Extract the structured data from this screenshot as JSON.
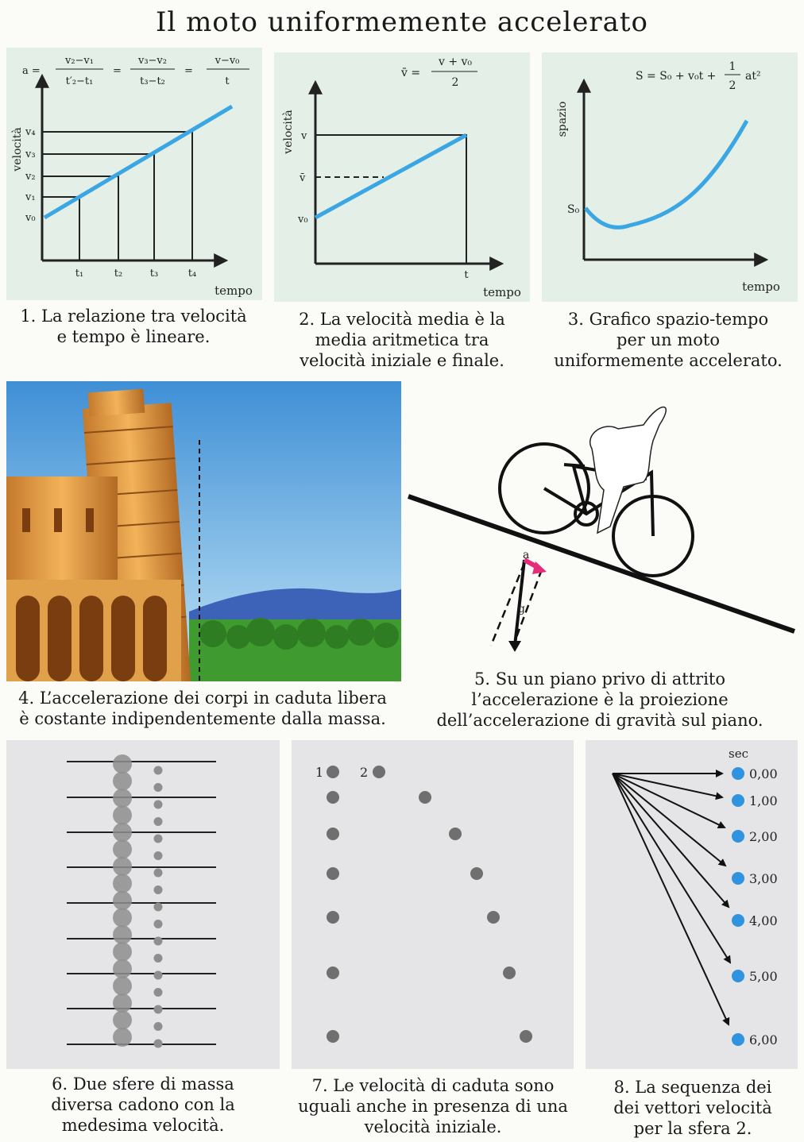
{
  "title": "Il moto uniformemente accelerato",
  "colors": {
    "accent_blue": "#3aa6e3",
    "panel_green": "#e3efe7",
    "panel_gray": "#e5e5e7",
    "vector_pink": "#e62b7a"
  },
  "fig1": {
    "formula": {
      "a": "a =",
      "n1": "v₂−v₁",
      "d1": "t′₂−t₁",
      "n2": "v₃−v₂",
      "d2": "t₃−t₂",
      "n3": "v−v₀",
      "d3": "t",
      "eq": "="
    },
    "ylabel": "velocità",
    "xlabel": "tempo",
    "yticks": [
      "v₄",
      "v₃",
      "v₂",
      "v₁",
      "v₀"
    ],
    "xticks": [
      "t₁",
      "t₂",
      "t₃",
      "t₄"
    ],
    "caption": [
      "1. La relazione tra velocità",
      "e tempo è lineare."
    ]
  },
  "fig2": {
    "formula": {
      "lhs": "v̄ =",
      "num": "v + v₀",
      "den": "2"
    },
    "ylabel": "velocità",
    "xlabel": "tempo",
    "yticks": [
      "v",
      "v̄",
      "v₀"
    ],
    "xticks": [
      "t"
    ],
    "caption": [
      "2. La velocità media è la",
      "media aritmetica tra",
      "velocità iniziale e finale."
    ]
  },
  "fig3": {
    "formula": {
      "lhs": "S = S₀ + v₀t +",
      "num": "1",
      "den": "2",
      "tail": "at²"
    },
    "ylabel": "spazio",
    "xlabel": "tempo",
    "yticks": [
      "S₀"
    ],
    "caption": [
      "3. Grafico spazio-tempo",
      "per un moto",
      "uniformemente accelerato."
    ]
  },
  "fig4": {
    "caption": [
      "4. L’accelerazione dei corpi in caduta libera",
      "è costante indipendentemente dalla massa."
    ]
  },
  "fig5": {
    "labels": {
      "a": "a",
      "g": "g"
    },
    "caption": [
      "5. Su un piano privo di attrito",
      "l’accelerazione è la proiezione",
      "dell’accelerazione di gravità sul piano."
    ]
  },
  "fig6": {
    "caption": [
      "6. Due sfere di massa",
      "diversa cadono con la",
      "medesima velocità."
    ]
  },
  "fig7": {
    "labels": [
      "1",
      "2"
    ],
    "caption": [
      "7. Le velocità di caduta sono",
      "uguali anche in presenza di una",
      "velocità iniziale."
    ]
  },
  "fig8": {
    "unit": "sec",
    "times": [
      "0,00",
      "1,00",
      "2,00",
      "3,00",
      "4,00",
      "5,00",
      "6,00"
    ],
    "caption": [
      "8. La sequenza dei",
      "dei vettori velocità",
      "per la sfera 2."
    ]
  }
}
